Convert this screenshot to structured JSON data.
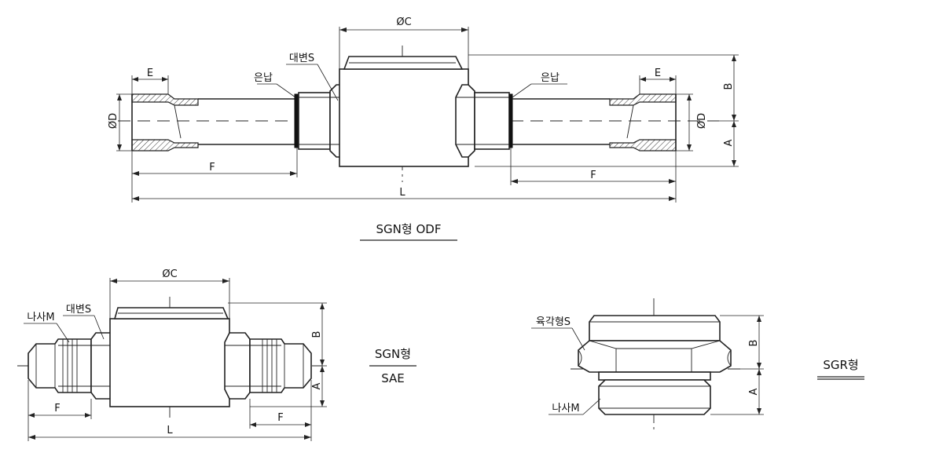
{
  "drawing_odf": {
    "title": "SGN형 ODF",
    "labels": {
      "dim_c": "ØC",
      "dim_e_left": "E",
      "dim_e_right": "E",
      "dim_d_left": "ØD",
      "dim_d_right": "ØD",
      "dim_f_left": "F",
      "dim_f_right": "F",
      "dim_l": "L",
      "dim_a": "A",
      "dim_b": "B",
      "silver_left": "은납",
      "silver_right": "은납",
      "hex_s": "대변S"
    }
  },
  "drawing_sae": {
    "title": "SGN형",
    "subtitle": "SAE",
    "labels": {
      "dim_c": "ØC",
      "dim_f_left": "F",
      "dim_f_right": "F",
      "dim_l": "L",
      "dim_a": "A",
      "dim_b": "B",
      "thread_m": "나사M",
      "hex_s": "대변S"
    }
  },
  "drawing_sgr": {
    "title": "SGR형",
    "labels": {
      "hex_s": "육각형S",
      "thread_m": "나사M",
      "dim_a": "A",
      "dim_b": "B"
    }
  }
}
